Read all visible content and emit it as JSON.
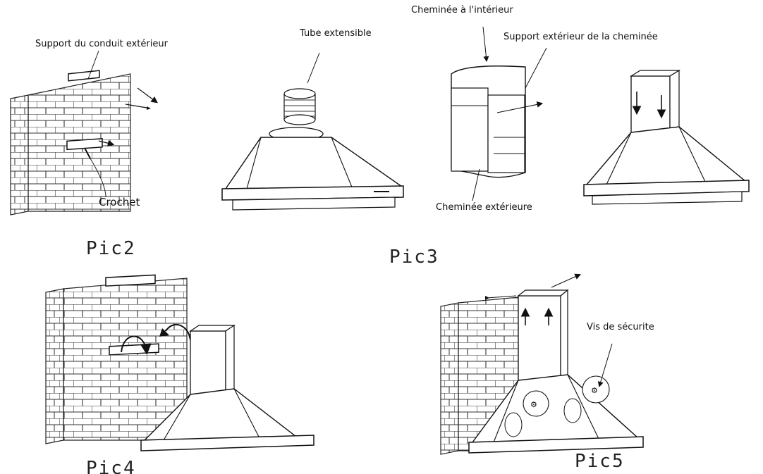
{
  "labels": {
    "support_conduit": "Support du conduit extérieur",
    "crochet": "Crochet",
    "tube_extensible": "Tube extensible",
    "cheminee_interieur": "Cheminée à l'intérieur",
    "support_cheminee": "Support extérieur de la cheminée",
    "cheminee_exterieure": "Cheminée extérieure",
    "vis_securite": "Vis de sécurite"
  },
  "captions": {
    "pic2": "Pic2",
    "pic3": "Pic3",
    "pic4": "Pic4",
    "pic5": "Pic5"
  }
}
